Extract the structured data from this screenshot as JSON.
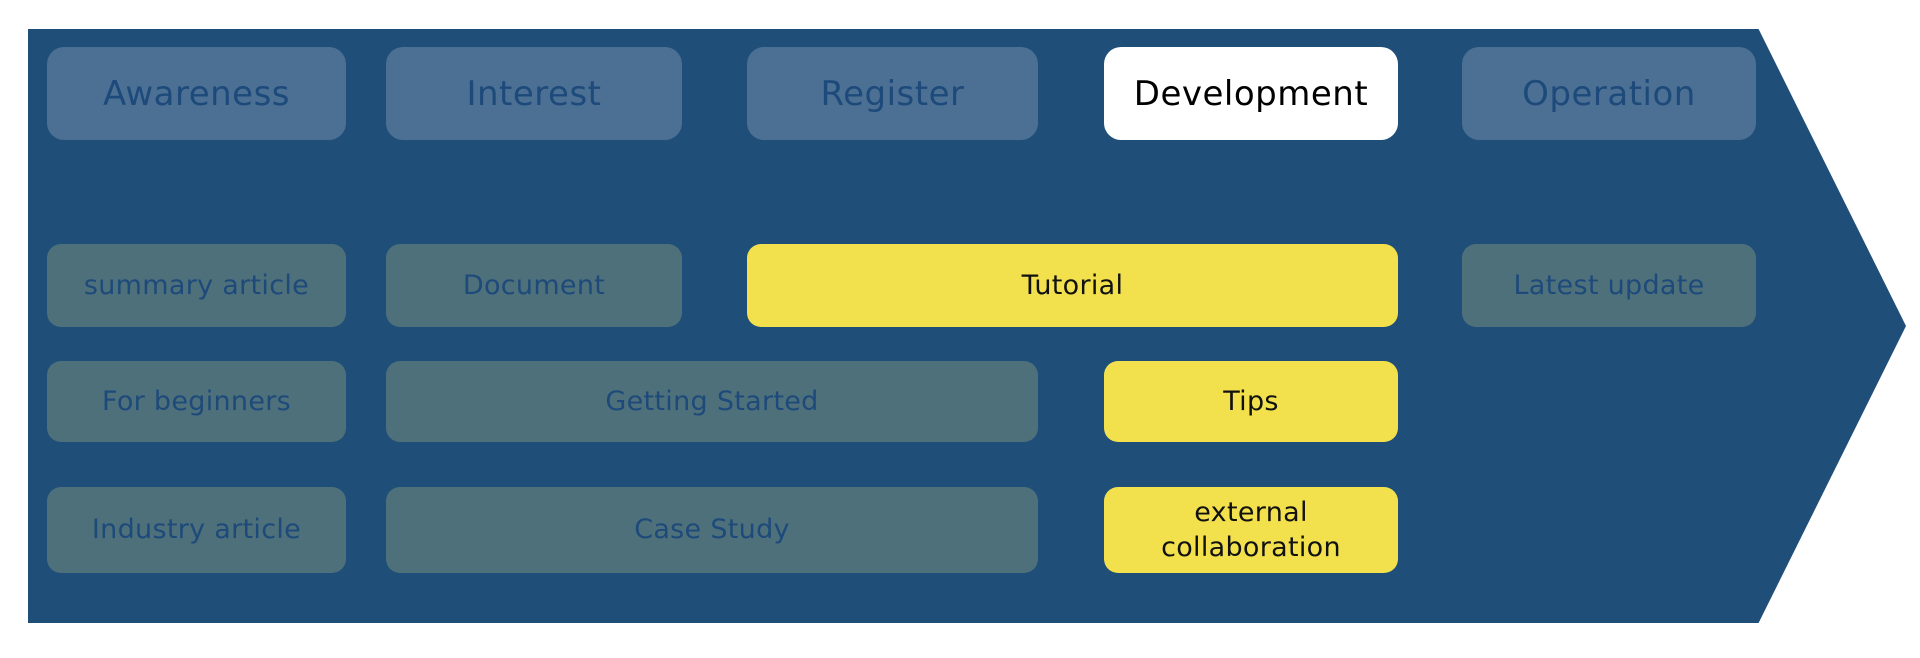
{
  "diagram": {
    "type": "customer-journey-funnel-arrow",
    "direction": "right",
    "palette": {
      "arrow_background": "#1f4e79",
      "stage_box_background": "#4b7094",
      "stage_text": "#1d4a7a",
      "active_stage_background": "#ffffff",
      "active_stage_text": "#000000",
      "content_box_background": "#4e707b",
      "content_text": "#1d4a7a",
      "highlight_background": "#f2e14d",
      "highlight_text": "#111111",
      "page_background": "#ffffff"
    },
    "stages": [
      {
        "label": "Awareness",
        "active": false
      },
      {
        "label": "Interest",
        "active": false
      },
      {
        "label": "Register",
        "active": false
      },
      {
        "label": "Development",
        "active": true
      },
      {
        "label": "Operation",
        "active": false
      }
    ],
    "content_rows": [
      {
        "items": [
          {
            "label": "summary article",
            "columns": "1",
            "highlighted": false
          },
          {
            "label": "Document",
            "columns": "2",
            "highlighted": false
          },
          {
            "label": "Tutorial",
            "columns": "3-4",
            "highlighted": true
          },
          {
            "label": "Latest update",
            "columns": "5",
            "highlighted": false
          }
        ]
      },
      {
        "items": [
          {
            "label": "For beginners",
            "columns": "1",
            "highlighted": false
          },
          {
            "label": "Getting Started",
            "columns": "2-3",
            "highlighted": false
          },
          {
            "label": "Tips",
            "columns": "4",
            "highlighted": true
          }
        ]
      },
      {
        "items": [
          {
            "label": "Industry article",
            "columns": "1",
            "highlighted": false
          },
          {
            "label": "Case Study",
            "columns": "2-3",
            "highlighted": false
          },
          {
            "label": "external\ncollaboration",
            "columns": "4",
            "highlighted": true
          }
        ]
      }
    ]
  }
}
